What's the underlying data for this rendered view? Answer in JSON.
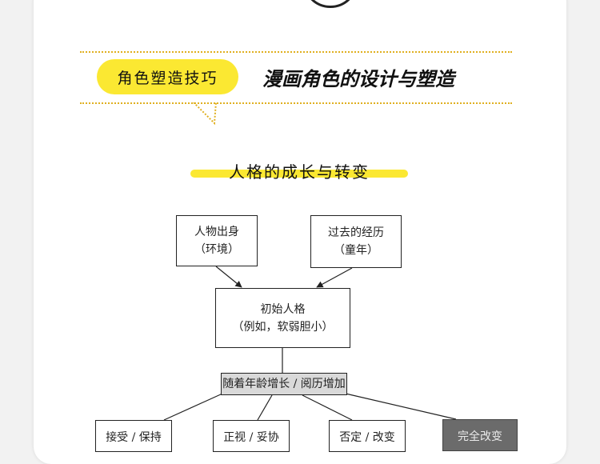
{
  "header": {
    "badge_label": "角色塑造技巧",
    "title": "漫画角色的设计与塑造"
  },
  "section": {
    "title": "人格的成长与转变"
  },
  "diagram": {
    "nodes": {
      "origin": {
        "line1": "人物出身",
        "line2": "（环境）"
      },
      "past": {
        "line1": "过去的经历",
        "line2": "（童年）"
      },
      "initial": {
        "line1": "初始人格",
        "line2": "（例如，软弱胆小）"
      },
      "stage": {
        "label": "随着年龄增长 / 阅历增加"
      },
      "outcome1": {
        "label": "接受 / 保持"
      },
      "outcome2": {
        "label": "正视 / 妥协"
      },
      "outcome3": {
        "label": "否定 / 改变"
      },
      "outcome4": {
        "label": "完全改变"
      }
    }
  },
  "colors": {
    "accent_yellow": "#fbe832",
    "dotted_line": "#e0b020",
    "dark_box": "#6b6b6b",
    "stage_box": "#d9d9d9"
  }
}
